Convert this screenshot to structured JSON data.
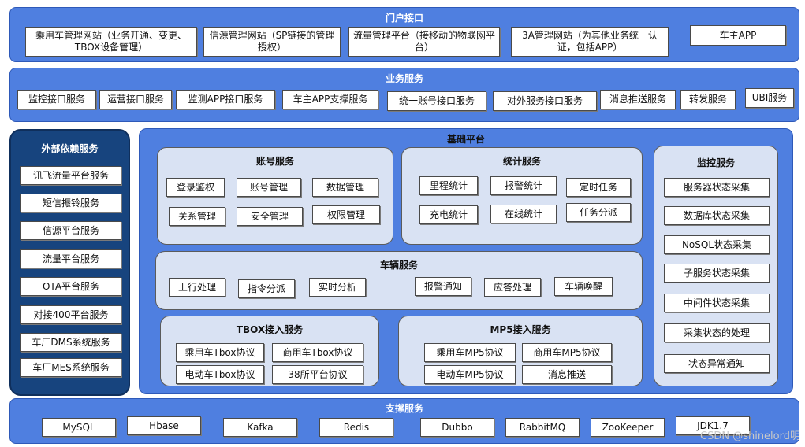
{
  "portal": {
    "title": "门户接口",
    "items": [
      "乘用车管理网站（业务开通、变更、TBOX设备管理）",
      "信源管理网站（SP链接的管理授权）",
      "流量管理平台（接移动的物联网平台）",
      "3A管理网站（为其他业务统一认证，包括APP）",
      "车主APP"
    ]
  },
  "business": {
    "title": "业务服务",
    "items": [
      "监控接口服务",
      "运营接口服务",
      "监测APP接口服务",
      "车主APP支撑服务",
      "统一账号接口服务",
      "对外服务接口服务",
      "消息推送服务",
      "转发服务",
      "UBI服务"
    ]
  },
  "external": {
    "title": "外部依赖服务",
    "items": [
      "讯飞流量平台服务",
      "短信振铃服务",
      "信源平台服务",
      "流量平台服务",
      "OTA平台服务",
      "对接400平台服务",
      "车厂DMS系统服务",
      "车厂MES系统服务"
    ]
  },
  "base": {
    "title": "基础平台",
    "account": {
      "title": "账号服务",
      "items": [
        "登录鉴权",
        "账号管理",
        "数据管理",
        "关系管理",
        "安全管理",
        "权限管理"
      ]
    },
    "stats": {
      "title": "统计服务",
      "items": [
        "里程统计",
        "报警统计",
        "定时任务",
        "充电统计",
        "在线统计",
        "任务分派"
      ]
    },
    "vehicle": {
      "title": "车辆服务",
      "items": [
        "上行处理",
        "指令分派",
        "实时分析",
        "报警通知",
        "应答处理",
        "车辆唤醒"
      ]
    },
    "tbox": {
      "title": "TBOX接入服务",
      "items": [
        "乘用车Tbox协议",
        "商用车Tbox协议",
        "电动车Tbox协议",
        "38所平台协议"
      ]
    },
    "mp5": {
      "title": "MP5接入服务",
      "items": [
        "乘用车MP5协议",
        "商用车MP5协议",
        "电动车MP5协议",
        "消息推送"
      ]
    },
    "monitor": {
      "title": "监控服务",
      "items": [
        "服务器状态采集",
        "数据库状态采集",
        "NoSQL状态采集",
        "子服务状态采集",
        "中间件状态采集",
        "采集状态的处理",
        "状态异常通知"
      ]
    }
  },
  "support": {
    "title": "支撑服务",
    "items": [
      "MySQL",
      "Hbase",
      "Kafka",
      "Redis",
      "Dubbo",
      "RabbitMQ",
      "ZooKeeper",
      "JDK1.7"
    ]
  },
  "watermark": "CSDN @shinelord明",
  "colors": {
    "layer": "#4f7fe0",
    "panel": "#d9e2f3",
    "external": "#17447e"
  }
}
